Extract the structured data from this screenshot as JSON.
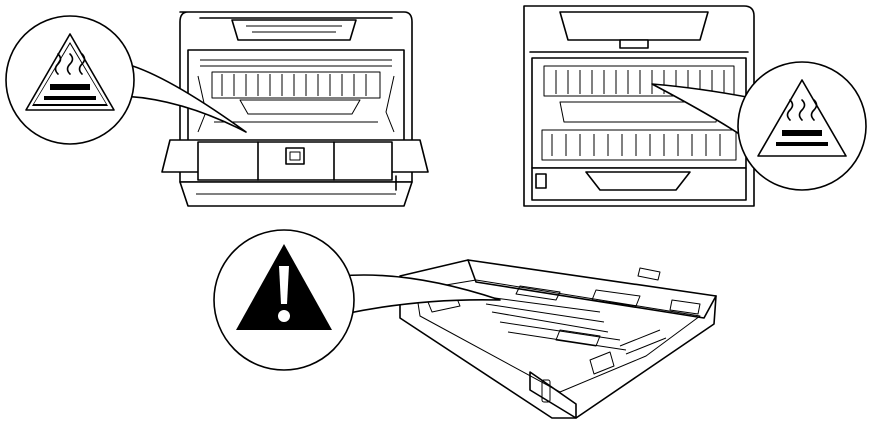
{
  "figures": [
    {
      "name": "printer-front-open",
      "warning": "hot-surface"
    },
    {
      "name": "printer-rear-open",
      "warning": "hot-surface"
    },
    {
      "name": "paper-tray",
      "warning": "caution"
    }
  ],
  "icons": {
    "hot_surface": "hot-surface-warning-icon",
    "caution": "caution-exclamation-icon"
  },
  "colors": {
    "line": "#000000",
    "background": "#ffffff"
  }
}
